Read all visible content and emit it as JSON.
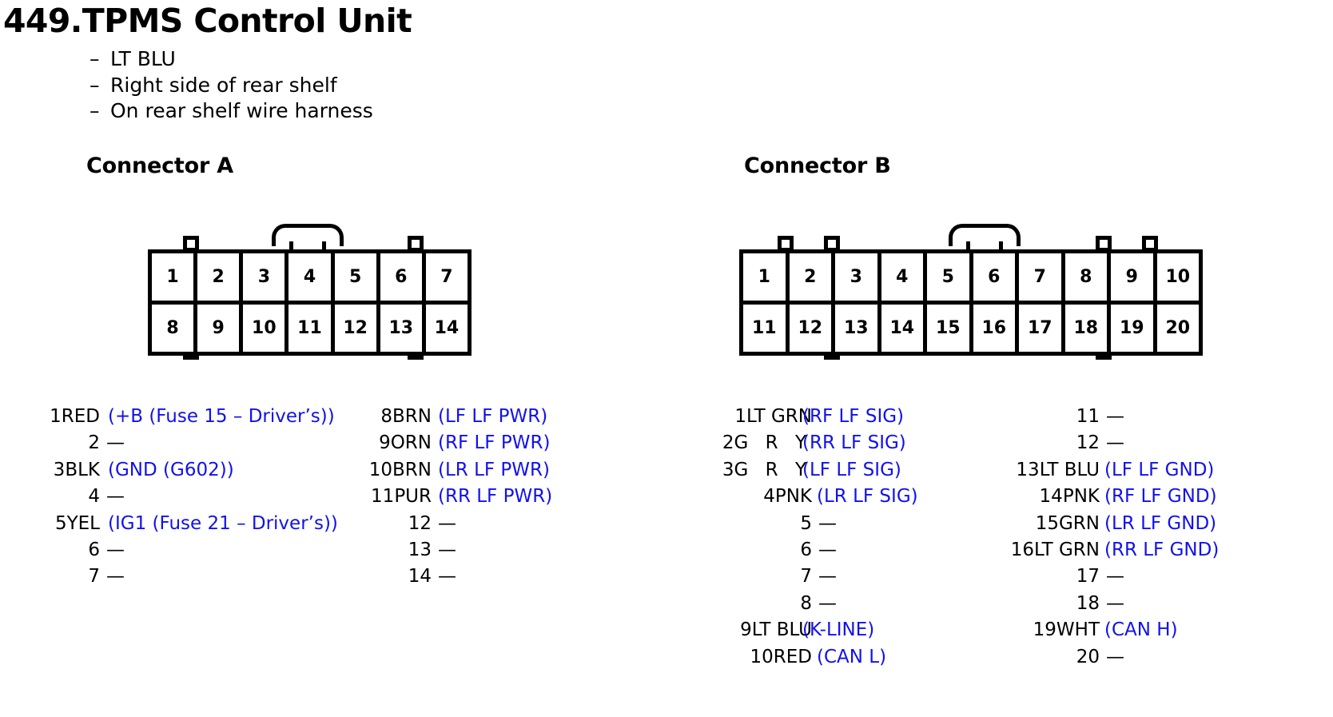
{
  "header": {
    "title": "449.TPMS Control Unit",
    "bullets": [
      "LT BLU",
      "Right side of rear shelf",
      "On rear shelf wire harness"
    ],
    "bullet_dash": "–"
  },
  "colors": {
    "description_text": "#1111ee",
    "primary_text": "#000000",
    "background": "#ffffff"
  },
  "connector_a": {
    "heading": "Connector A",
    "diagram": {
      "columns": 10,
      "rows": [
        [
          "1",
          "2",
          "3",
          "4",
          "5",
          "6",
          "7"
        ],
        [
          "8",
          "9",
          "10",
          "11",
          "12",
          "13",
          "14"
        ]
      ]
    },
    "pins_left": [
      {
        "pin": "1",
        "wire": "RED",
        "desc": "(+B (Fuse 15 – Driver’s))"
      },
      {
        "pin": "2",
        "wire": "",
        "desc": "—"
      },
      {
        "pin": "3",
        "wire": "BLK",
        "desc": "(GND (G602))"
      },
      {
        "pin": "4",
        "wire": "",
        "desc": "—"
      },
      {
        "pin": "5",
        "wire": "YEL",
        "desc": "(IG1 (Fuse 21 – Driver’s))"
      },
      {
        "pin": "6",
        "wire": "",
        "desc": "—"
      },
      {
        "pin": "7",
        "wire": "",
        "desc": "—"
      }
    ],
    "pins_right": [
      {
        "pin": "8",
        "wire": "BRN",
        "desc": "(LF LF PWR)"
      },
      {
        "pin": "9",
        "wire": "ORN",
        "desc": "(RF LF PWR)"
      },
      {
        "pin": "10",
        "wire": "BRN",
        "desc": "(LR LF PWR)"
      },
      {
        "pin": "11",
        "wire": "PUR",
        "desc": "(RR LF PWR)"
      },
      {
        "pin": "12",
        "wire": "",
        "desc": "—"
      },
      {
        "pin": "13",
        "wire": "",
        "desc": "—"
      },
      {
        "pin": "14",
        "wire": "",
        "desc": "—"
      }
    ]
  },
  "connector_b": {
    "heading": "Connector B",
    "diagram": {
      "columns": 10,
      "rows": [
        [
          "1",
          "2",
          "3",
          "4",
          "5",
          "6",
          "7",
          "8",
          "9",
          "10"
        ],
        [
          "11",
          "12",
          "13",
          "14",
          "15",
          "16",
          "17",
          "18",
          "19",
          "20"
        ]
      ]
    },
    "pins_left": [
      {
        "pin": "1",
        "wire": "LT GRN",
        "desc": "(RF LF SIG)"
      },
      {
        "pin": "2",
        "wire": "G R Y",
        "desc": "(RR LF SIG)"
      },
      {
        "pin": "3",
        "wire": "G R Y",
        "desc": "(LF LF SIG)"
      },
      {
        "pin": "4",
        "wire": "PNK",
        "desc": "(LR LF SIG)"
      },
      {
        "pin": "5",
        "wire": "",
        "desc": "—"
      },
      {
        "pin": "6",
        "wire": "",
        "desc": "—"
      },
      {
        "pin": "7",
        "wire": "",
        "desc": "—"
      },
      {
        "pin": "8",
        "wire": "",
        "desc": "—"
      },
      {
        "pin": "9",
        "wire": "LT BLU",
        "desc": "(K-LINE)"
      },
      {
        "pin": "10",
        "wire": "RED",
        "desc": "(CAN L)"
      }
    ],
    "pins_right": [
      {
        "pin": "11",
        "wire": "",
        "desc": "—"
      },
      {
        "pin": "12",
        "wire": "",
        "desc": "—"
      },
      {
        "pin": "13",
        "wire": "LT BLU",
        "desc": "(LF LF GND)"
      },
      {
        "pin": "14",
        "wire": "PNK",
        "desc": "(RF LF GND)"
      },
      {
        "pin": "15",
        "wire": "GRN",
        "desc": "(LR LF GND)"
      },
      {
        "pin": "16",
        "wire": "LT GRN",
        "desc": "(RR LF GND)"
      },
      {
        "pin": "17",
        "wire": "",
        "desc": "—"
      },
      {
        "pin": "18",
        "wire": "",
        "desc": "—"
      },
      {
        "pin": "19",
        "wire": "WHT",
        "desc": "(CAN H)"
      },
      {
        "pin": "20",
        "wire": "",
        "desc": "—"
      }
    ]
  }
}
